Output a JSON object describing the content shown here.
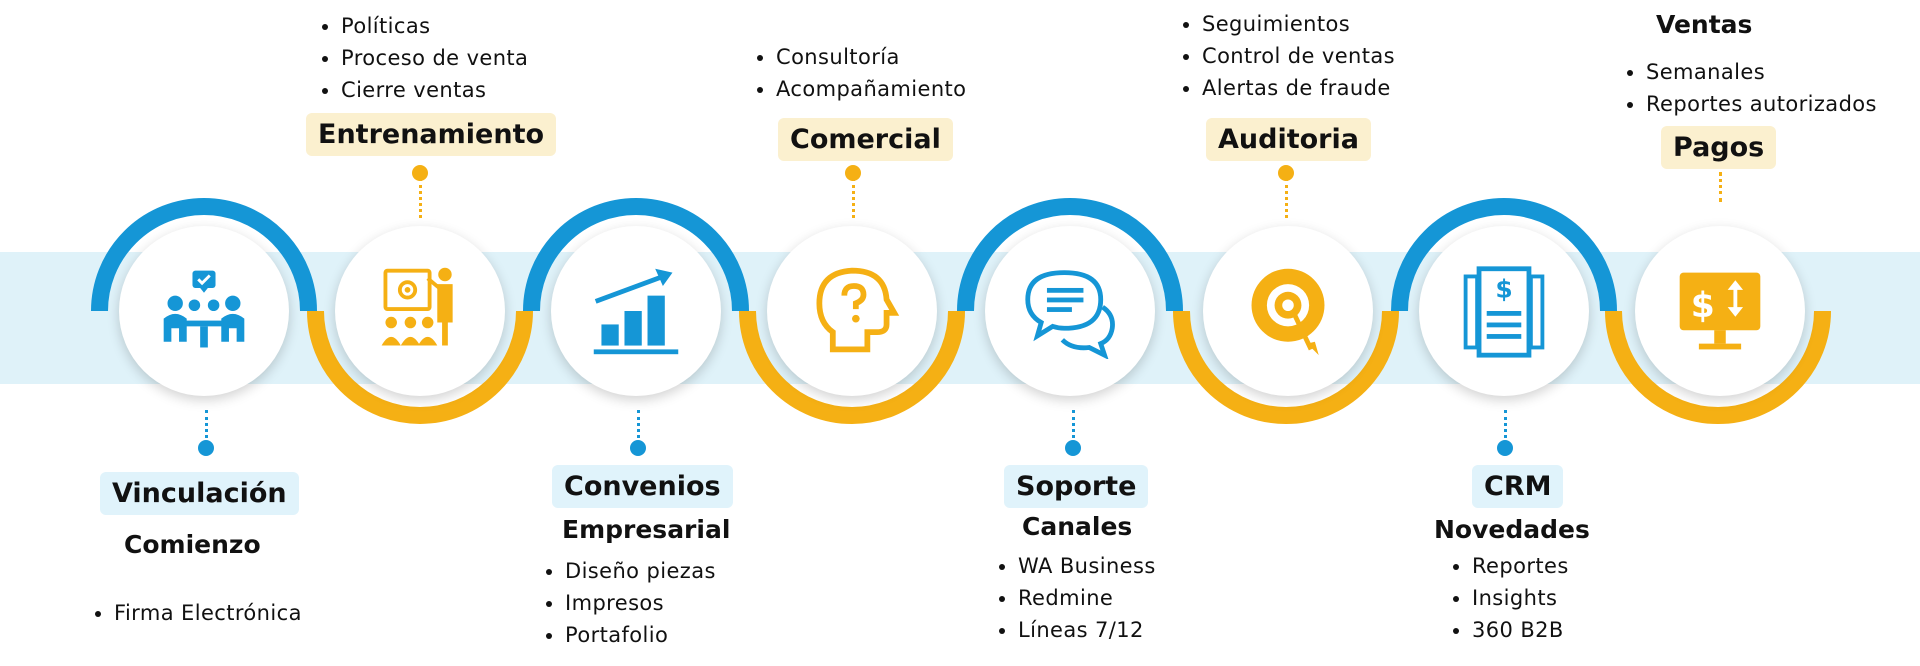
{
  "colors": {
    "blue": "#1596d6",
    "gold": "#f5b014",
    "band": "#dff2f9"
  },
  "steps": [
    {
      "title": "Vinculación",
      "subtitle": "Comienzo",
      "items": [
        "Firma Electrónica"
      ],
      "accent": "blue",
      "icon": "meeting-icon"
    },
    {
      "title": "Entrenamiento",
      "subtitle": "",
      "items": [
        "Políticas",
        "Proceso de venta",
        "Cierre ventas"
      ],
      "accent": "gold",
      "icon": "presentation-training-icon"
    },
    {
      "title": "Convenios",
      "subtitle": "Empresarial",
      "items": [
        "Diseño piezas",
        "Impresos",
        "Portafolio"
      ],
      "accent": "blue",
      "icon": "growth-chart-icon"
    },
    {
      "title": "Comercial",
      "subtitle": "",
      "items": [
        "Consultoría",
        "Acompañamiento"
      ],
      "accent": "gold",
      "icon": "head-question-icon"
    },
    {
      "title": "Soporte",
      "subtitle": "Canales",
      "items": [
        "WA Business",
        "Redmine",
        "Líneas 7/12"
      ],
      "accent": "blue",
      "icon": "chat-bubbles-icon"
    },
    {
      "title": "Auditoria",
      "subtitle": "",
      "items": [
        "Seguimientos",
        "Control de ventas",
        "Alertas de fraude"
      ],
      "accent": "gold",
      "icon": "target-icon"
    },
    {
      "title": "CRM",
      "subtitle": "Novedades",
      "items": [
        "Reportes",
        "Insights",
        "360 B2B"
      ],
      "accent": "blue",
      "icon": "invoice-document-icon"
    },
    {
      "title": "Pagos",
      "subtitle": "Ventas",
      "items": [
        "Semanales",
        "Reportes autorizados"
      ],
      "accent": "gold",
      "icon": "monitor-exchange-icon"
    }
  ]
}
